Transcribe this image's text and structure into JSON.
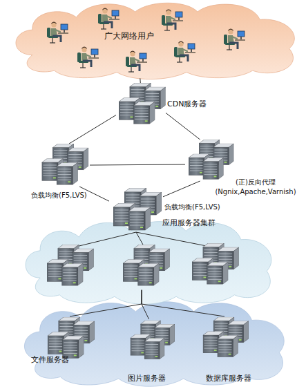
{
  "diagram": {
    "nodes": [
      {
        "text": [
          "广大网络用户"
        ]
      },
      {
        "text": [
          "CDN服务器"
        ]
      },
      {
        "text": [
          "负载均衡(F5,LVS)"
        ]
      },
      {
        "text": [
          "(正)反向代理 (Ngnix,Apache,Varnish)"
        ]
      },
      {
        "text": [
          "负载均衡(F5,LVS)"
        ]
      },
      {
        "text": [
          "应用服务器集群"
        ]
      },
      {
        "text": [
          "文件服务器"
        ]
      },
      {
        "text": [
          "图片服务器"
        ]
      },
      {
        "text": [
          "数据库服务器"
        ]
      }
    ],
    "edges": [
      {
        "from": 0,
        "to": 1,
        "arrow": "none"
      },
      {
        "from": 1,
        "to": 2,
        "arrow": "none"
      },
      {
        "from": 1,
        "to": 3,
        "arrow": "none"
      },
      {
        "from": 2,
        "to": 3,
        "arrow": "none"
      },
      {
        "from": 2,
        "to": 4,
        "arrow": "none"
      },
      {
        "from": 3,
        "to": 4,
        "arrow": "none"
      },
      {
        "from": 4,
        "to": 5,
        "arrow": "none"
      },
      {
        "from": 4,
        "to": 5,
        "arrow": "none"
      },
      {
        "from": 4,
        "to": 5,
        "arrow": "none"
      },
      {
        "from": 5,
        "to": 6,
        "arrow": "none"
      },
      {
        "from": 5,
        "to": 7,
        "arrow": "none"
      },
      {
        "from": 5,
        "to": 8,
        "arrow": "none"
      }
    ]
  }
}
